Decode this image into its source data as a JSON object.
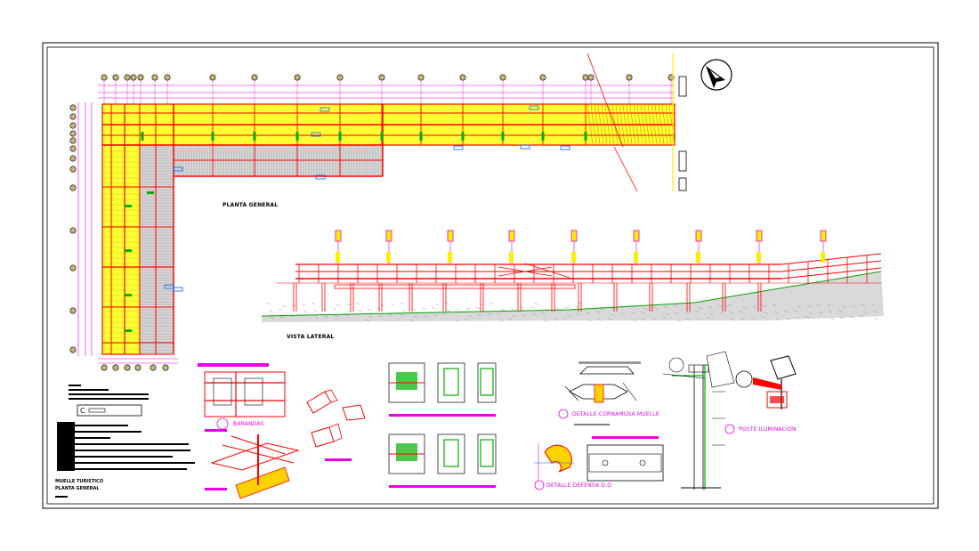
{
  "colors": {
    "background": "#ffffff",
    "frame": "#000000",
    "structure": "#ff0000",
    "fill": "#ffff33",
    "detail": "#00b000",
    "dimension": "#e800e8",
    "tag": "#0060ff",
    "hatch": "#8c8c8c"
  },
  "labels": {
    "plan": "PLANTA GENERAL",
    "side": "VISTA LATERAL",
    "railing": "BARANDAS",
    "mooring": "DETALLE CORNAMUSA MUELLE",
    "fender": "DETALLE DEFENSA D.O",
    "lighting": "POSTE ILUMINACION"
  },
  "title_block": {
    "line1": "MUELLE TURISTICO",
    "line2": "PLANTA GENERAL"
  },
  "icons": {
    "north": "north-arrow-icon"
  }
}
